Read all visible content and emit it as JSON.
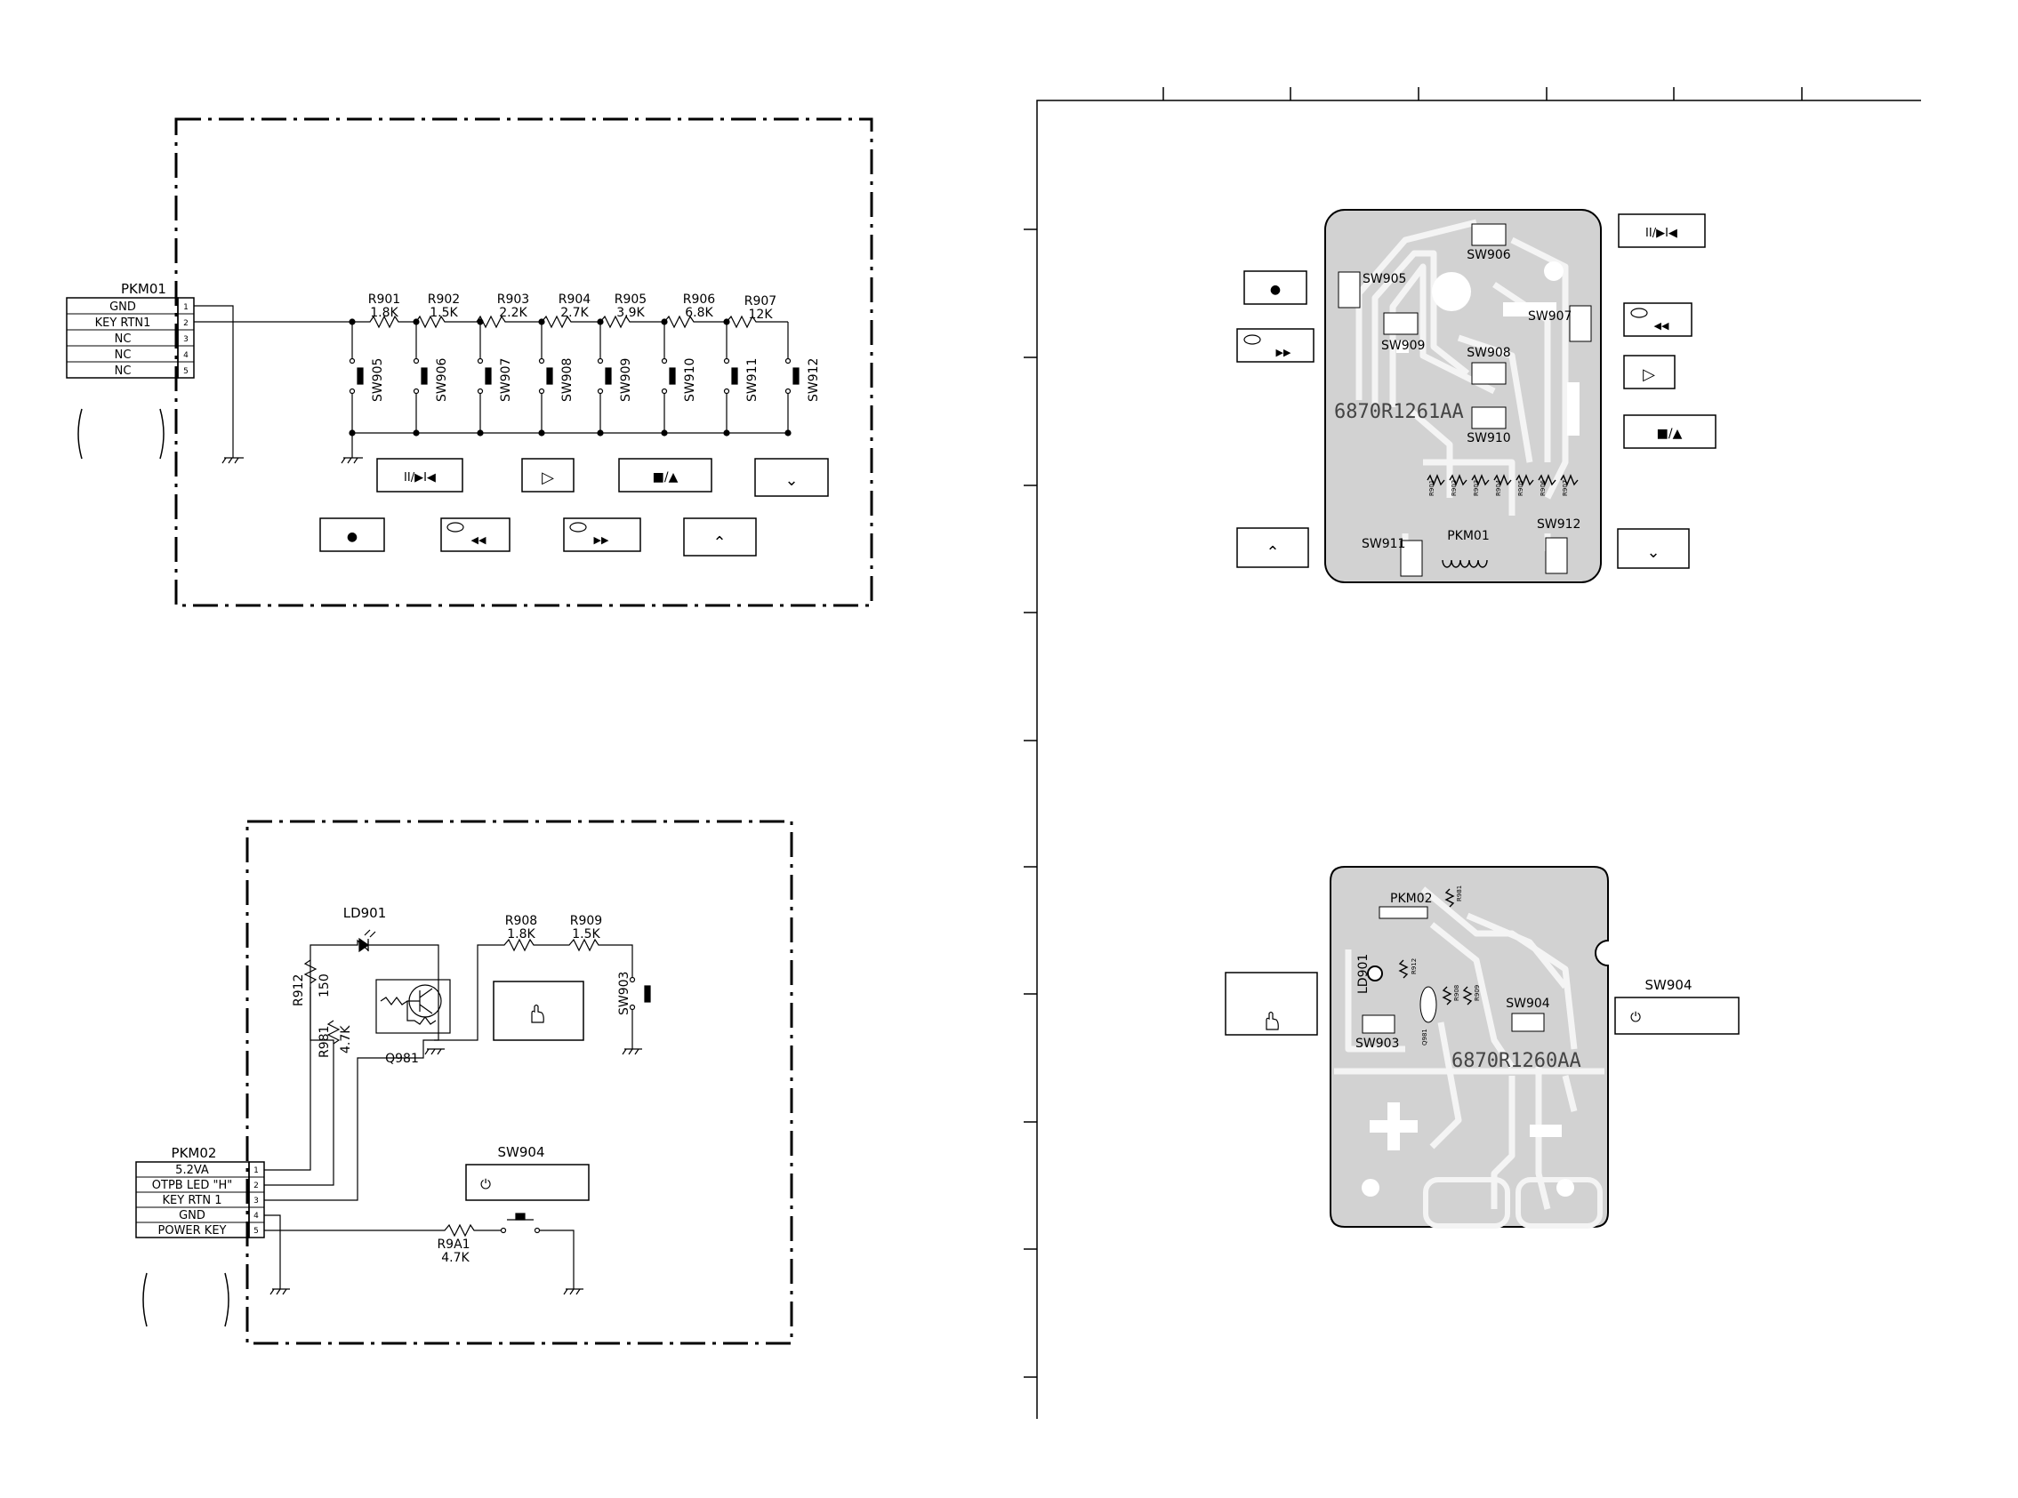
{
  "schematic_keys": {
    "connector": {
      "name": "PKM01",
      "pins": [
        {
          "num": "1",
          "label": "GND"
        },
        {
          "num": "2",
          "label": "KEY RTN1"
        },
        {
          "num": "3",
          "label": "NC"
        },
        {
          "num": "4",
          "label": "NC"
        },
        {
          "num": "5",
          "label": "NC"
        }
      ]
    },
    "resistors": [
      {
        "ref": "R901",
        "value": "1.8K"
      },
      {
        "ref": "R902",
        "value": "1.5K"
      },
      {
        "ref": "R903",
        "value": "2.2K"
      },
      {
        "ref": "R904",
        "value": "2.7K"
      },
      {
        "ref": "R905",
        "value": "3.9K"
      },
      {
        "ref": "R906",
        "value": "6.8K"
      },
      {
        "ref": "R907",
        "value": "12K"
      }
    ],
    "switches": [
      "SW905",
      "SW906",
      "SW907",
      "SW908",
      "SW909",
      "SW910",
      "SW911",
      "SW912"
    ],
    "key_symbols": {
      "play_pause": "II/▶I◀",
      "play": "▷",
      "stop_eject": "■/▲",
      "down": "⌄",
      "record": "●",
      "rewind": "◀◀",
      "fast_forward": "▶▶",
      "up": "⌃"
    }
  },
  "schematic_power": {
    "connector": {
      "name": "PKM02",
      "pins": [
        {
          "num": "1",
          "label": "5.2VA"
        },
        {
          "num": "2",
          "label": "OTPB LED \"H\""
        },
        {
          "num": "3",
          "label": "KEY RTN 1"
        },
        {
          "num": "4",
          "label": "GND"
        },
        {
          "num": "5",
          "label": "POWER KEY"
        }
      ]
    },
    "led": "LD901",
    "r908": {
      "ref": "R908",
      "value": "1.8K"
    },
    "r909": {
      "ref": "R909",
      "value": "1.5K"
    },
    "r912": {
      "ref": "R912",
      "value": "150"
    },
    "r981": {
      "ref": "R981",
      "value": "4.7K"
    },
    "q981": "Q981",
    "sw903": "SW903",
    "sw904": "SW904",
    "r9a1": {
      "ref": "R9A1",
      "value": "4.7K"
    },
    "power_symbol": "⏻"
  },
  "pcb_keys": {
    "part_number": "6870R1261AA",
    "connector": "PKM01",
    "switches": [
      "SW905",
      "SW906",
      "SW907",
      "SW908",
      "SW909",
      "SW910",
      "SW911",
      "SW912"
    ],
    "resistors_small": [
      "R901",
      "R902",
      "R903",
      "R904",
      "R905",
      "R906",
      "R907"
    ]
  },
  "pcb_power": {
    "part_number": "6870R1260AA",
    "connector": "PKM02",
    "led": "LD901",
    "sw903": "SW903",
    "sw904": "SW904",
    "sw904_caption": "SW904",
    "small": [
      "R981",
      "R912",
      "R908",
      "R909",
      "Q981"
    ]
  }
}
